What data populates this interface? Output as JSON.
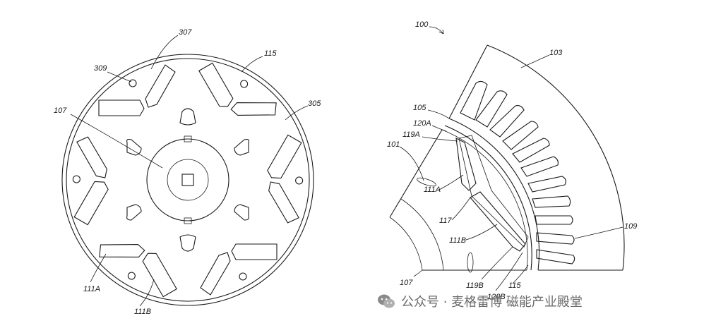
{
  "left_view": {
    "labels": {
      "ref_307": "307",
      "ref_115": "115",
      "ref_309": "309",
      "ref_107": "107",
      "ref_305": "305",
      "ref_111A": "111A",
      "ref_111B": "111B"
    }
  },
  "right_view": {
    "labels": {
      "ref_100": "100",
      "ref_103": "103",
      "ref_105": "105",
      "ref_120A": "120A",
      "ref_119A": "119A",
      "ref_101": "101",
      "ref_111A": "111A",
      "ref_117": "117",
      "ref_111B": "111B",
      "ref_109": "109",
      "ref_107": "107",
      "ref_119B": "119B",
      "ref_120B": "120B",
      "ref_115": "115"
    }
  },
  "watermark": {
    "text": "公众号 · 麦格雷博 磁能产业殿堂",
    "icon": "wechat-logo-icon"
  }
}
